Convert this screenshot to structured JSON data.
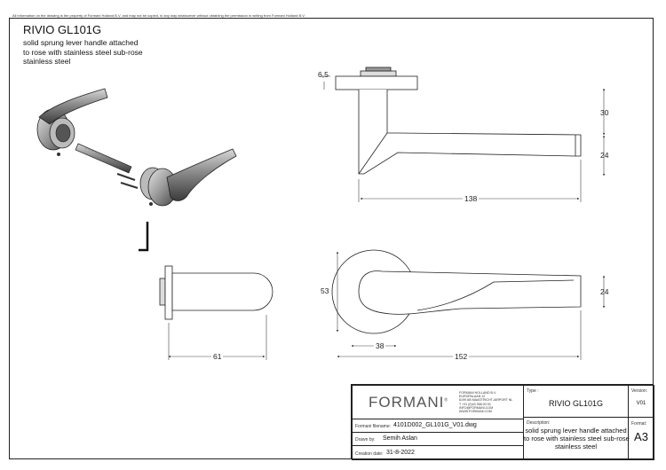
{
  "disclaimer": "All information on the drawing is the property of Formani Holland B.V. and may not be copied, in any way whatsoever without obtaining the permission in writing from Formani Holland B.V.",
  "header": {
    "title": "RIVIO GL101G",
    "description_lines": [
      "solid sprung lever handle attached",
      "to rose with stainless steel sub-rose",
      "stainless steel"
    ]
  },
  "dimensions": {
    "rose_thickness": "6,5",
    "height_top": "30",
    "height_lever": "24",
    "length_top": "138",
    "side_projection": "61",
    "rose_diameter": "53",
    "lever_width_front": "24",
    "rose_offset": "38",
    "length_front": "152"
  },
  "title_block": {
    "logo": "FORMANI",
    "logo_mark": "®",
    "address_lines": [
      "FORMANI HOLLAND B.V.",
      "EUROPALAAN 12",
      "6199 AB MAASTRICHT-AIRPORT NL",
      "T +31 (0)43 358 00 00",
      "INFO@FORMANI.COM",
      "WWW.FORMANI.COM"
    ],
    "type_label": "Type :",
    "type_value": "RIVIO GL101G",
    "version_label": "Version:",
    "version_value": "V01",
    "filename_label": "Formani filename:",
    "filename_value": "4101D002_GL101G_V01.dwg",
    "drawn_label": "Drawn by:",
    "drawn_value": "Semih Aslan",
    "date_label": "Creation date:",
    "date_value": "31-8-2022",
    "description_label": "Description:",
    "description_lines": [
      "solid sprung lever handle attached",
      "to rose with stainless steel sub-rose",
      "stainless steel"
    ],
    "format_label": "Format:",
    "format_value": "A3"
  }
}
